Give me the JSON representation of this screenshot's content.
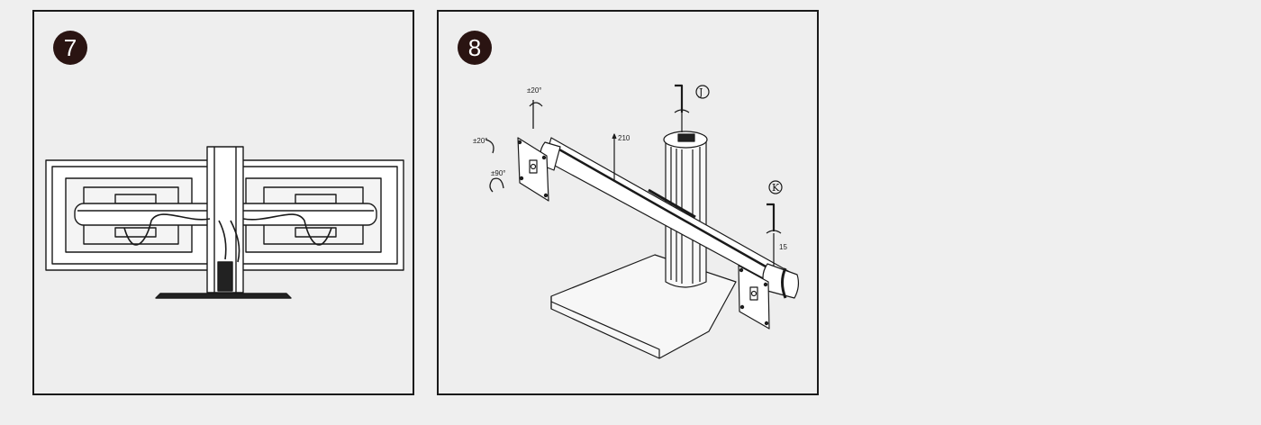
{
  "panels": [
    {
      "step": "7"
    },
    {
      "step": "8",
      "annotations": {
        "tilt_top": "±20°",
        "tilt_left": "±20°",
        "rotate": "±90°",
        "height": "210",
        "callout_j": "J",
        "callout_k": "K",
        "offset": "15"
      }
    }
  ],
  "colors": {
    "ink": "#1a1a1a",
    "badge": "#2a1412",
    "background": "#efefef"
  }
}
